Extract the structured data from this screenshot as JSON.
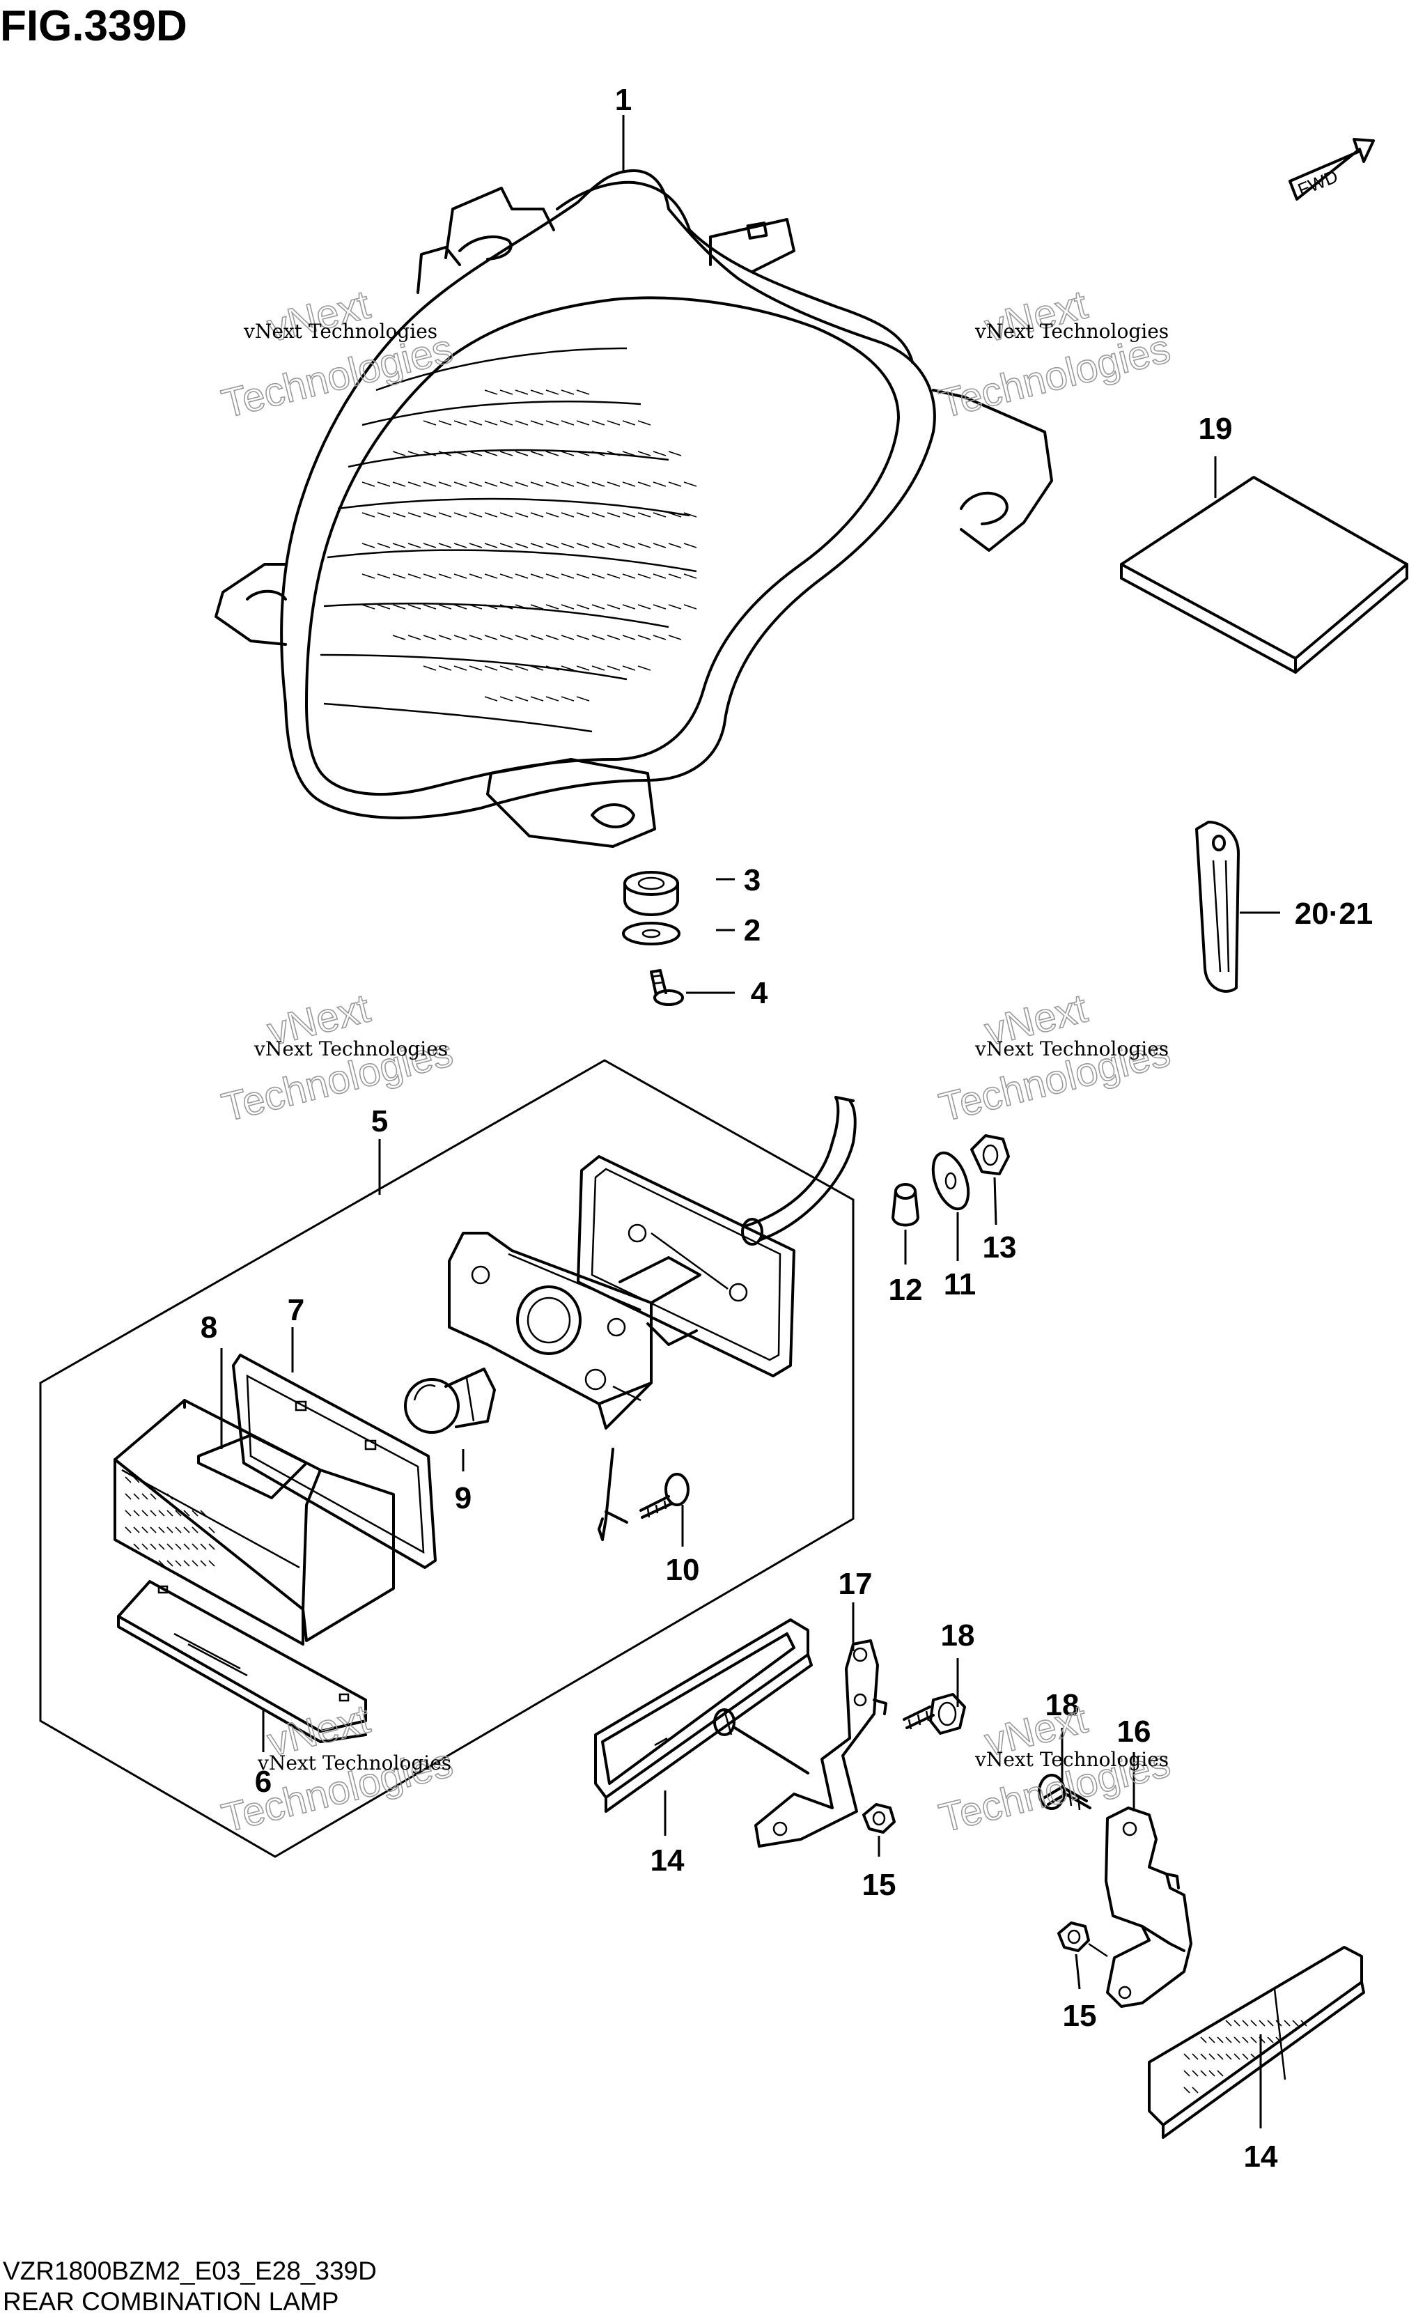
{
  "figure": {
    "title": "FIG.339D",
    "model_code": "VZR1800BZM2_E03_E28_339D",
    "caption": "REAR COMBINATION LAMP",
    "direction_label": "FWD"
  },
  "watermark": {
    "small_text": "vNext Technologies",
    "big_line1": "vNext",
    "big_line2": "Technologies"
  },
  "callouts": {
    "c1": "1",
    "c2": "2",
    "c3": "3",
    "c4": "4",
    "c5": "5",
    "c6": "6",
    "c7": "7",
    "c8": "8",
    "c9": "9",
    "c10": "10",
    "c11": "11",
    "c12": "12",
    "c13": "13",
    "c14a": "14",
    "c14b": "14",
    "c15a": "15",
    "c15b": "15",
    "c16": "16",
    "c17": "17",
    "c18a": "18",
    "c18b": "18",
    "c19": "19",
    "c20_21": "20·21"
  }
}
